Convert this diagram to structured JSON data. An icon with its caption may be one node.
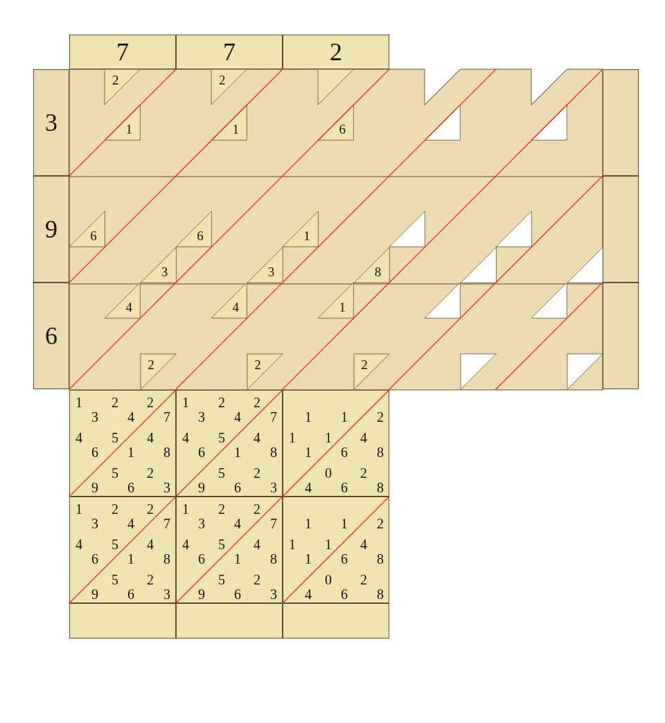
{
  "diagram": {
    "nodes": [
      {
        "text": [
          "7"
        ]
      },
      {
        "text": [
          "7"
        ]
      },
      {
        "text": [
          "2"
        ]
      },
      {
        "text": [
          "3"
        ]
      },
      {
        "text": [
          "2"
        ]
      },
      {
        "text": [
          "1"
        ]
      },
      {
        "text": [
          "2"
        ]
      },
      {
        "text": [
          "1"
        ]
      },
      {
        "text": [],
        "shape": "triangle"
      },
      {
        "text": [
          "6"
        ]
      },
      {
        "text": [],
        "shape": "triangle"
      },
      {
        "text": [],
        "shape": "triangle"
      },
      {
        "text": [],
        "shape": "triangle"
      },
      {
        "text": [],
        "shape": "triangle"
      },
      {
        "text": [],
        "shape": "box"
      },
      {
        "text": [
          "9"
        ]
      },
      {
        "text": [
          "6"
        ]
      },
      {
        "text": [
          "3"
        ]
      },
      {
        "text": [
          "6"
        ]
      },
      {
        "text": [
          "3"
        ]
      },
      {
        "text": [
          "1"
        ]
      },
      {
        "text": [
          "8"
        ]
      },
      {
        "text": [],
        "shape": "triangle"
      },
      {
        "text": [],
        "shape": "triangle"
      },
      {
        "text": [],
        "shape": "triangle"
      },
      {
        "text": [],
        "shape": "triangle"
      },
      {
        "text": [],
        "shape": "box"
      },
      {
        "text": [
          "6"
        ]
      },
      {
        "text": [
          "4"
        ]
      },
      {
        "text": [
          "2"
        ]
      },
      {
        "text": [
          "4"
        ]
      },
      {
        "text": [
          "2"
        ]
      },
      {
        "text": [
          "1"
        ]
      },
      {
        "text": [
          "2"
        ]
      },
      {
        "text": [],
        "shape": "triangle"
      },
      {
        "text": [],
        "shape": "triangle"
      },
      {
        "text": [],
        "shape": "triangle"
      },
      {
        "text": [],
        "shape": "triangle"
      },
      {
        "text": [],
        "shape": "box"
      },
      {
        "text": [
          "1",
          "3",
          "2",
          "4",
          "2",
          "7",
          "4",
          "6",
          "5",
          "1",
          "4",
          "8",
          "9",
          "5",
          "6",
          "2",
          "3"
        ]
      },
      {
        "text": [
          "1",
          "3",
          "2",
          "4",
          "2",
          "7",
          "4",
          "6",
          "5",
          "1",
          "4",
          "8",
          "9",
          "5",
          "6",
          "2",
          "3"
        ]
      },
      {
        "text": [
          "1",
          "1",
          "2",
          "1",
          "1",
          "1",
          "6",
          "4",
          "8",
          "4",
          "0",
          "6",
          "2",
          "8"
        ]
      },
      {
        "text": [
          "1",
          "3",
          "2",
          "4",
          "2",
          "7",
          "4",
          "6",
          "5",
          "1",
          "4",
          "8",
          "9",
          "5",
          "6",
          "2",
          "3"
        ]
      },
      {
        "text": [
          "1",
          "3",
          "2",
          "4",
          "2",
          "7",
          "4",
          "6",
          "5",
          "1",
          "4",
          "8",
          "9",
          "5",
          "6",
          "2",
          "3"
        ]
      },
      {
        "text": [
          "1",
          "1",
          "2",
          "1",
          "1",
          "1",
          "6",
          "4",
          "8",
          "4",
          "0",
          "6",
          "2",
          "8"
        ]
      },
      {
        "text": [],
        "shape": "box"
      },
      {
        "text": [],
        "shape": "box"
      },
      {
        "text": [],
        "shape": "box"
      }
    ]
  }
}
